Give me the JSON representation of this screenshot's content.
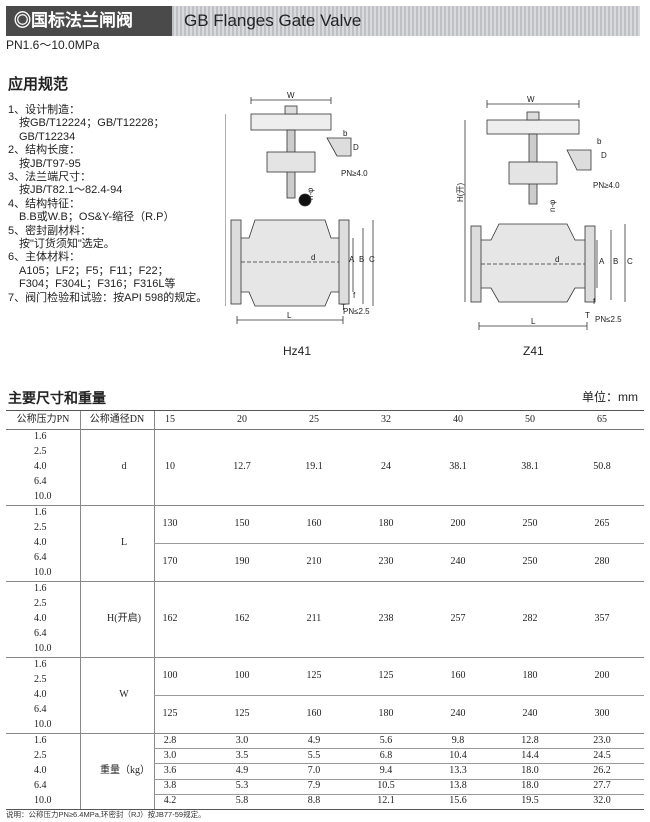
{
  "header": {
    "title_cn": "◎国标法兰闸阀",
    "title_en": "GB Flanges Gate Valve",
    "pressure": "PN1.6～10.0MPa"
  },
  "spec": {
    "title": "应用规范",
    "lines": [
      "1、设计制造：",
      "　按GB/T12224；GB/T12228；",
      "　GB/T12234",
      "2、结构长度：",
      "　按JB/T97-95",
      "3、法兰端尺寸：",
      "　按JB/T82.1～82.4-94",
      "4、结构特征：",
      "　B.B或W.B；OS&Y-缩径（R.P）",
      "5、密封副材料：",
      "　按\"订货须知\"选定。",
      "6、主体材料：",
      "　A105；LF2；F5；F11；F22；",
      "　F304；F304L；F316；F316L等",
      "7、阀门检验和试验：按API 598的规定。"
    ]
  },
  "figures": {
    "left_caption": "Hz41",
    "right_caption": "Z41",
    "labels": {
      "w": "W",
      "h": "H(开)",
      "d_cap": "D",
      "b": "b",
      "pn_high": "PN≥4.0",
      "pn_low": "PN≤2.5",
      "n": "n-φ",
      "a": "A",
      "bb": "B",
      "c": "C",
      "d": "d",
      "l": "L",
      "t": "T",
      "f": "f"
    }
  },
  "table": {
    "title": "主要尺寸和重量",
    "unit": "单位：mm",
    "head_pn": "公称压力PN",
    "head_dn": "公称通径DN",
    "dn": [
      "15",
      "20",
      "25",
      "32",
      "40",
      "50",
      "65"
    ],
    "pn_list": [
      "1.6",
      "2.5",
      "4.0",
      "6.4",
      "10.0"
    ],
    "groups": [
      {
        "param": "d",
        "rows": [
          [
            "10",
            "12.7",
            "19.1",
            "24",
            "38.1",
            "38.1",
            "50.8"
          ]
        ]
      },
      {
        "param": "L",
        "rows": [
          [
            "130",
            "150",
            "160",
            "180",
            "200",
            "250",
            "265"
          ],
          [
            "170",
            "190",
            "210",
            "230",
            "240",
            "250",
            "280"
          ]
        ]
      },
      {
        "param": "H(开启)",
        "rows": [
          [
            "162",
            "162",
            "211",
            "238",
            "257",
            "282",
            "357"
          ]
        ]
      },
      {
        "param": "W",
        "rows": [
          [
            "100",
            "100",
            "125",
            "125",
            "160",
            "180",
            "200"
          ],
          [
            "125",
            "125",
            "160",
            "180",
            "240",
            "240",
            "300"
          ]
        ]
      },
      {
        "param": "重量（kg）",
        "rows": [
          [
            "2.8",
            "3.0",
            "4.9",
            "5.6",
            "9.8",
            "12.8",
            "23.0"
          ],
          [
            "3.0",
            "3.5",
            "5.5",
            "6.8",
            "10.4",
            "14.4",
            "24.5"
          ],
          [
            "3.6",
            "4.9",
            "7.0",
            "9.4",
            "13.3",
            "18.0",
            "26.2"
          ],
          [
            "3.8",
            "5.3",
            "7.9",
            "10.5",
            "13.8",
            "18.0",
            "27.7"
          ],
          [
            "4.2",
            "5.8",
            "8.8",
            "12.1",
            "15.6",
            "19.5",
            "32.0"
          ]
        ]
      }
    ],
    "note": "说明：公称压力PN≥6.4MPa,环密封（RJ）按JB77-59规定。"
  }
}
